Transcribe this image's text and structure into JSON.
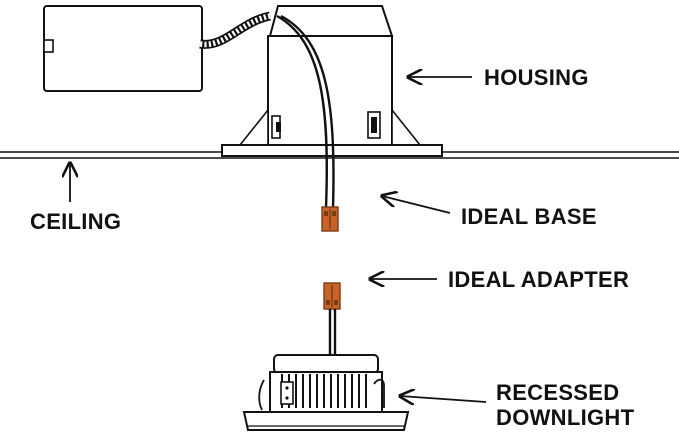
{
  "labels": {
    "housing": "HOUSING",
    "ceiling": "CEILING",
    "ideal_base": "IDEAL BASE",
    "ideal_adapter": "IDEAL ADAPTER",
    "recessed_downlight_line1": "RECESSED",
    "recessed_downlight_line2": "DOWNLIGHT"
  },
  "colors": {
    "line": "#111111",
    "connector": "#c8632a",
    "connector_dark": "#7a3a14"
  }
}
